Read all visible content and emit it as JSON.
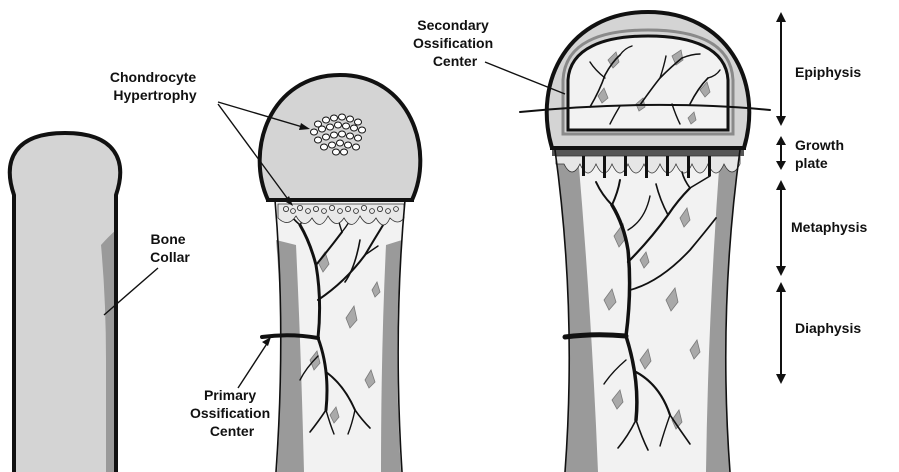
{
  "labels": {
    "chondrocyte_hypertrophy": [
      "Chondrocyte",
      "Hypertrophy"
    ],
    "bone_collar": [
      "Bone",
      "Collar"
    ],
    "primary_ossification_center": [
      "Primary",
      "Ossification",
      "Center"
    ],
    "secondary_ossification_center": [
      "Secondary",
      "Ossification",
      "Center"
    ],
    "epiphysis": "Epiphysis",
    "growth_plate": [
      "Growth",
      "plate"
    ],
    "metaphysis": "Metaphysis",
    "diaphysis": "Diaphysis"
  },
  "colors": {
    "cartilage": "#d4d4d4",
    "bone_collar": "#9a9a9a",
    "marrow": "#f2f2f2",
    "outline": "#111111"
  }
}
